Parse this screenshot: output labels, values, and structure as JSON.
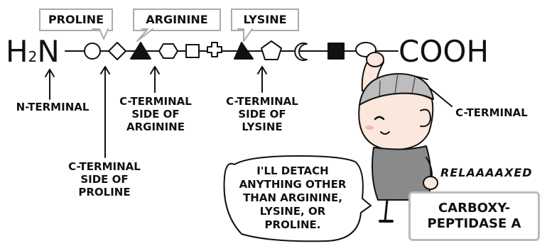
{
  "formula": {
    "left_H": "H",
    "left_sub": "2",
    "left_N": "N",
    "right_group": "COOH"
  },
  "boxes": {
    "proline": "PROLINE",
    "arginine": "ARGININE",
    "lysine": "LYSINE"
  },
  "labels": {
    "n_terminal": "N-TERMINAL",
    "c_terminal_side_arginine": "C-TERMINAL\nSIDE OF\nARGININE",
    "c_terminal_side_lysine": "C-TERMINAL\nSIDE OF\nLYSINE",
    "c_terminal_side_proline": "C-TERMINAL\nSIDE OF\nPROLINE",
    "c_terminal": "C-TERMINAL"
  },
  "speech": "I'LL DETACH\nANYTHING OTHER\nTHAN ARGININE,\nLYSINE, OR\nPROLINE.",
  "sound_effect": "RELAAAAXED",
  "enzyme_label": "CARBOXY-\nPEPTIDASE A",
  "chain_residues": [
    "circle",
    "diamond",
    "triangle",
    "hexagon",
    "square",
    "cross",
    "triangle",
    "pentagon",
    "crescent",
    "filled-square",
    "oval"
  ],
  "colors": {
    "ink": "#111111",
    "box_border": "#aaaaaa",
    "skin": "#fbe8dc",
    "cap": "#bdbdbd",
    "shirt": "#8a8a8a"
  }
}
